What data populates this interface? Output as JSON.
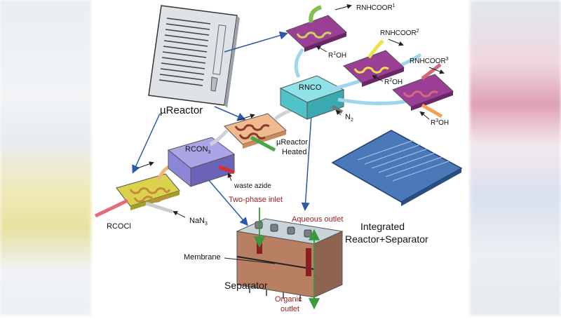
{
  "labels": {
    "microreactor": "µReactor",
    "rcon3": "RCON",
    "rcon3_sub": "3",
    "rnco": "RNCO",
    "n2": "N",
    "n2_sub": "2",
    "microreactor_heated_1": "µReactor",
    "microreactor_heated_2": "Heated",
    "waste_azide": "waste azide",
    "rcocl": "RCOCl",
    "nan3": "NaN",
    "nan3_sub": "3",
    "two_phase_inlet": "Two-phase inlet",
    "aqueous_outlet": "Aqueous outlet",
    "membrane": "Membrane",
    "separator": "Separator",
    "organic_outlet_1": "Organic",
    "organic_outlet_2": "outlet",
    "integrated_1": "Integrated",
    "integrated_2": "Reactor+Separator",
    "rnhcoor1": "RNHCOOR",
    "rnhcoor1_sup": "1",
    "rnhcoor2": "RNHCOOR",
    "rnhcoor2_sup": "2",
    "rnhcoor3": "RNHCOOR",
    "rnhcoor3_sup": "3",
    "r1oh_a": "R",
    "r1oh_sup": "1",
    "r1oh_b": "OH",
    "r2oh_a": "R",
    "r2oh_sup": "2",
    "r2oh_b": "OH",
    "r3oh_a": "R",
    "r3oh_sup": "3",
    "r3oh_b": "OH"
  },
  "colors": {
    "arrow_blue": "#2a5aa8",
    "reactor_yellow": "#d9d24a",
    "reactor_peach": "#f0b98e",
    "reactor_purple": "#8f3a8c",
    "box_lavender": "#8c86d6",
    "box_cyan": "#4fc3c7",
    "separator_brown": "#b87f63",
    "inlet_red": "#b03030",
    "outlet_green": "#3a9a3a"
  }
}
